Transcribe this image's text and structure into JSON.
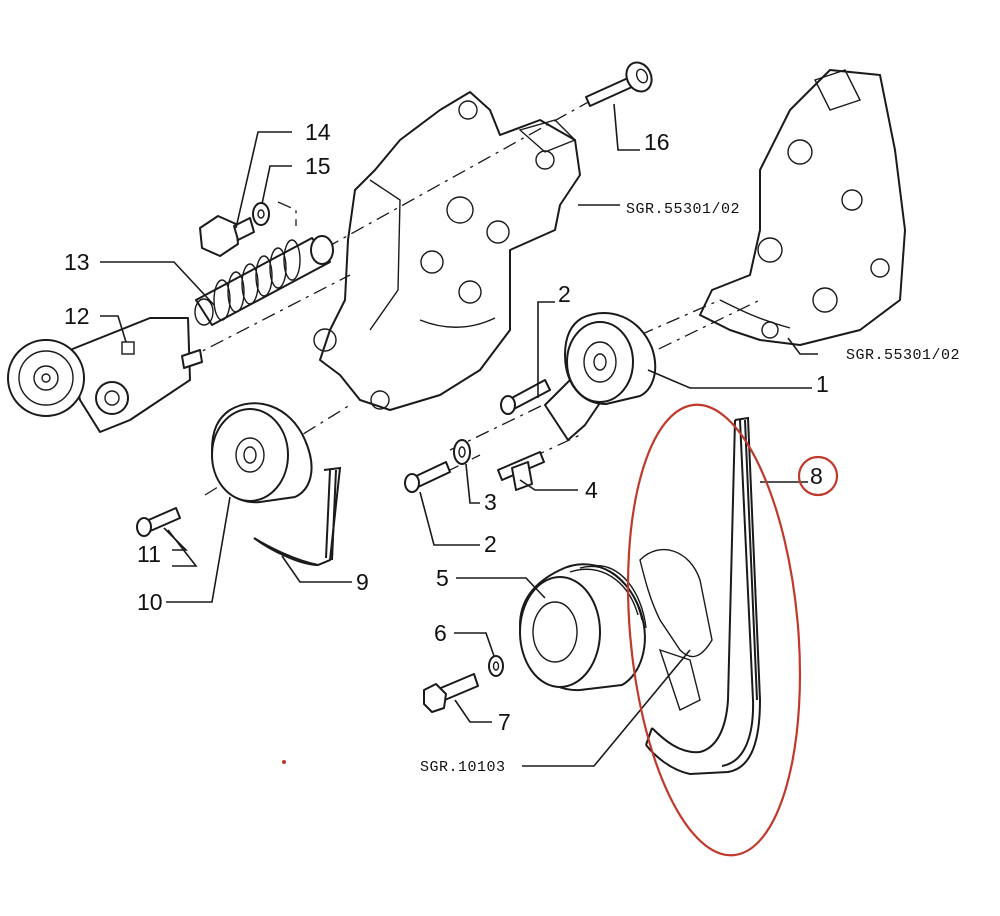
{
  "callouts": {
    "n1": "1",
    "n2a": "2",
    "n2b": "2",
    "n3": "3",
    "n4": "4",
    "n5": "5",
    "n6": "6",
    "n7": "7",
    "n8": "8",
    "n9": "9",
    "n10": "10",
    "n11": "11",
    "n12": "12",
    "n13": "13",
    "n14": "14",
    "n15": "15",
    "n16": "16"
  },
  "references": {
    "bracket_upper": "SGR.55301/02",
    "bracket_right": "SGR.55301/02",
    "crankshaft": "SGR.10103"
  },
  "highlight": {
    "color": "#c0392b",
    "target": "8"
  }
}
